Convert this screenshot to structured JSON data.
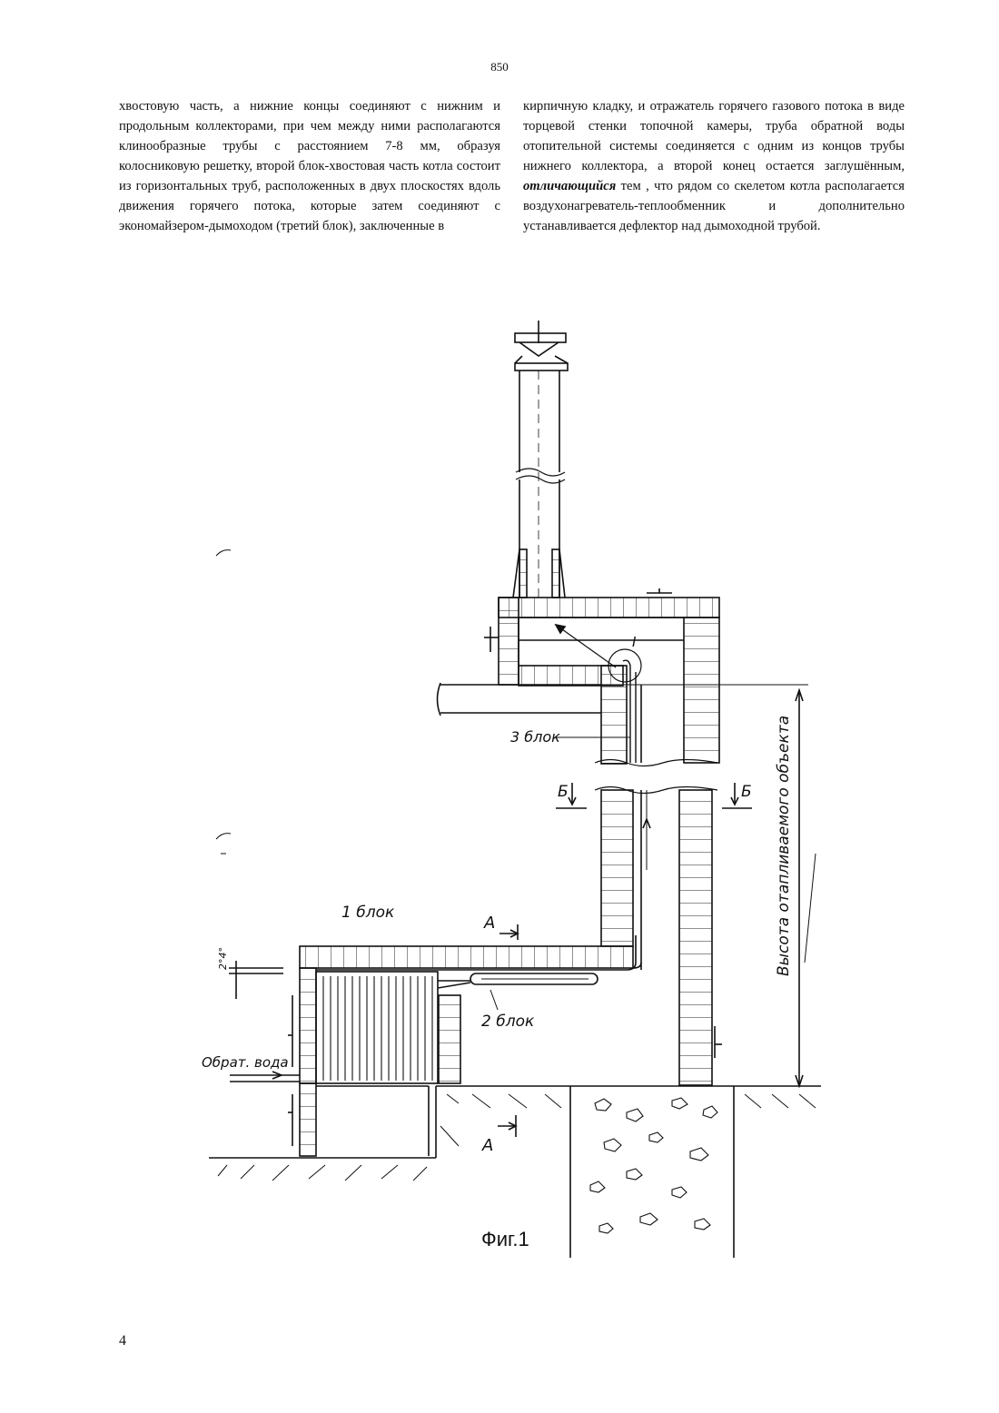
{
  "page_number_top": "850",
  "left_column": {
    "text": "хвостовую часть, а нижние концы соединяют с нижним и продольным коллекторами, при чем между ними располагаются клинообразные трубы с расстоянием 7-8 мм, образуя колосниковую решетку, второй блок-хвостовая часть котла состоит из горизонтальных труб, расположенных в двух плоскостях вдоль движения горячего потока, которые затем соединяют с экономайзером-дымоходом (третий блок), заключенные в"
  },
  "right_column": {
    "text_before": "кирпичную кладку, и отражатель горячего газового потока в виде торцевой стенки топочной камеры, труба обратной воды отопительной системы соединяется с одним из концов трубы нижнего коллектора, а второй конец остается заглушённым, ",
    "emphasis": "отличающийся",
    "text_after": " тем , что рядом со скелетом котла располагается воздухонагреватель-теплообменник и дополнительно устанавливается дефлектор над дымоходной трубой."
  },
  "figure": {
    "labels": {
      "detail_marker": "I",
      "block3": "3 блок",
      "section_b": "Б",
      "block1": "1 блок",
      "section_a": "А",
      "angle": "2°4°",
      "block2": "2 блок",
      "return_water": "Обрат. вода",
      "height_label": "Высота отапливаемого объекта"
    },
    "caption": "Фиг.1"
  },
  "page_number_bottom": "4"
}
